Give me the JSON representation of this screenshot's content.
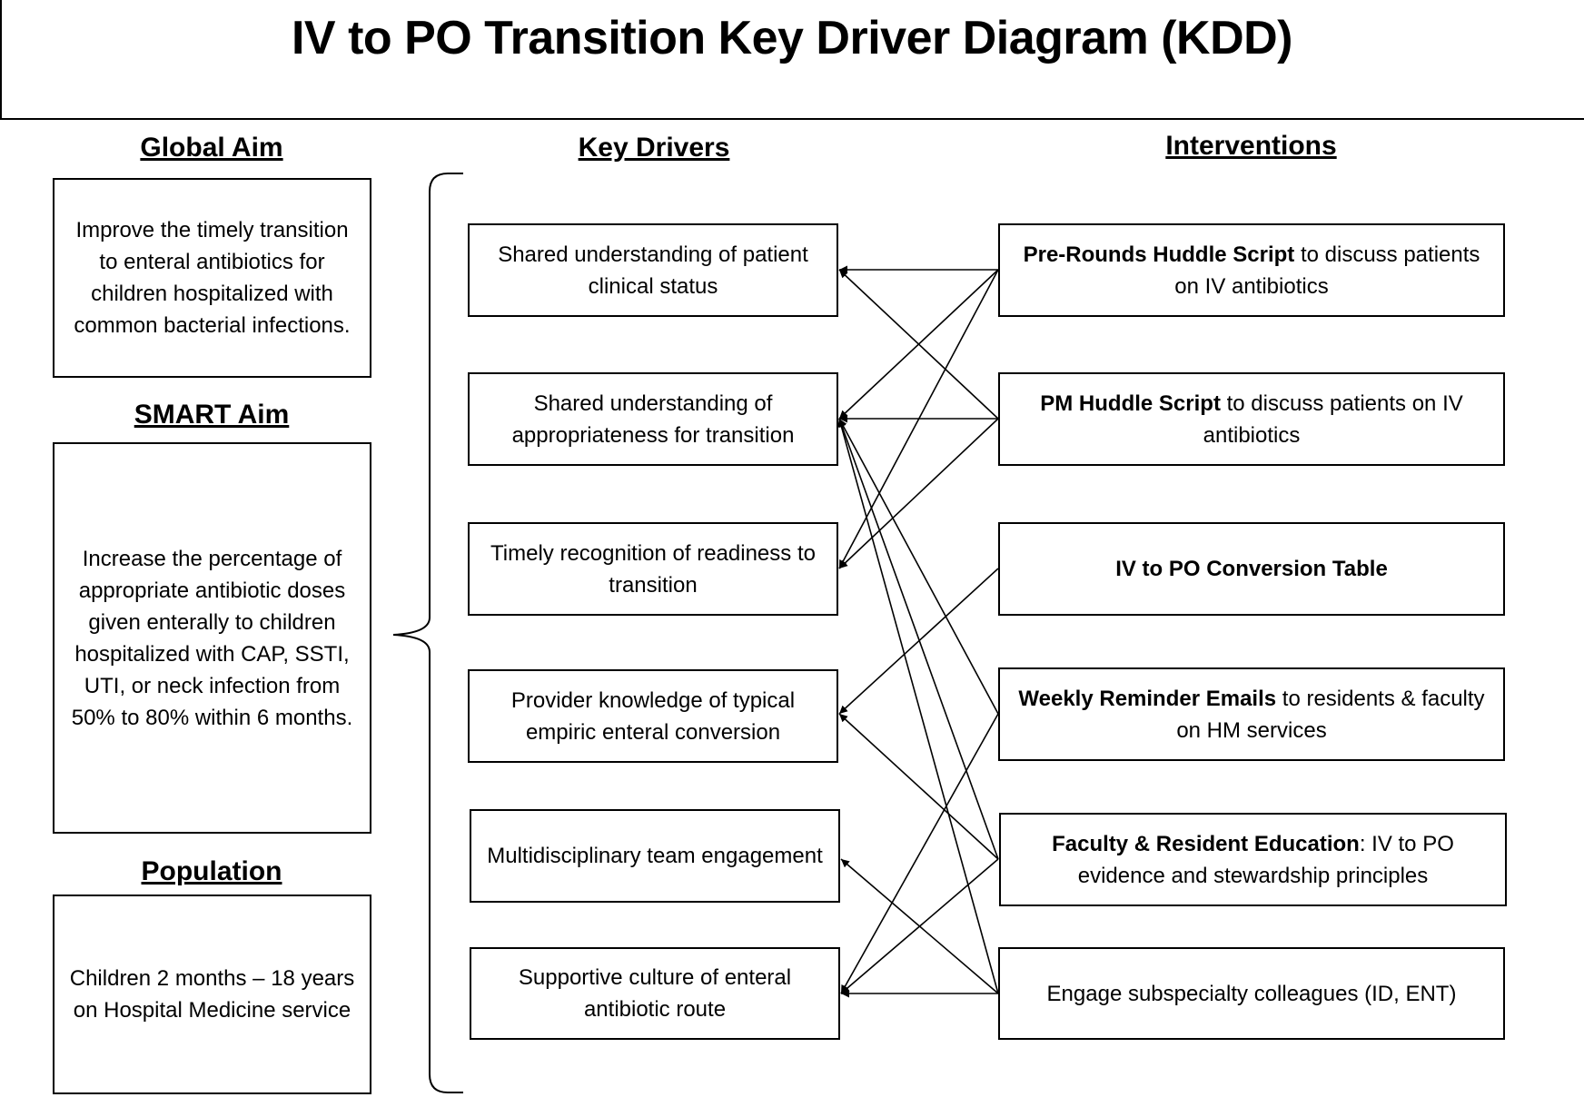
{
  "title": "IV to PO Transition Key Driver Diagram (KDD)",
  "headings": {
    "global_aim": "Global Aim",
    "key_drivers": "Key Drivers",
    "interventions": "Interventions",
    "smart_aim": "SMART Aim",
    "population": "Population"
  },
  "aims": {
    "global_aim_text": "Improve the timely transition to enteral antibiotics for children hospitalized with common bacterial infections.",
    "smart_aim_text": "Increase the percentage of appropriate antibiotic doses given enterally to children hospitalized with CAP, SSTI, UTI, or neck infection from 50% to 80% within 6 months.",
    "population_text": "Children 2 months – 18 years on Hospital Medicine service"
  },
  "key_drivers": [
    {
      "label": "Shared understanding of patient clinical status"
    },
    {
      "label": "Shared understanding of appropriateness for transition"
    },
    {
      "label": "Timely recognition of readiness to transition"
    },
    {
      "label": "Provider knowledge of typical empiric enteral conversion"
    },
    {
      "label": "Multidisciplinary team engagement"
    },
    {
      "label": "Supportive culture of enteral antibiotic route"
    }
  ],
  "interventions": [
    {
      "bold": "Pre-Rounds Huddle Script",
      "rest": " to discuss patients on IV antibiotics"
    },
    {
      "bold": "PM Huddle Script",
      "rest": " to discuss patients on IV antibiotics"
    },
    {
      "bold": "IV to PO Conversion Table",
      "rest": ""
    },
    {
      "bold": "Weekly Reminder Emails",
      "rest": " to residents & faculty on HM services"
    },
    {
      "bold": "Faculty & Resident Education",
      "rest": ": IV to PO evidence and stewardship principles"
    },
    {
      "bold": "",
      "rest": "Engage subspecialty colleagues (ID, ENT)"
    }
  ],
  "links": [
    {
      "from": 0,
      "to": 0
    },
    {
      "from": 0,
      "to": 1
    },
    {
      "from": 0,
      "to": 2
    },
    {
      "from": 1,
      "to": 0
    },
    {
      "from": 1,
      "to": 1
    },
    {
      "from": 1,
      "to": 2
    },
    {
      "from": 2,
      "to": 3
    },
    {
      "from": 3,
      "to": 1
    },
    {
      "from": 3,
      "to": 5
    },
    {
      "from": 4,
      "to": 1
    },
    {
      "from": 4,
      "to": 3
    },
    {
      "from": 4,
      "to": 5
    },
    {
      "from": 5,
      "to": 1
    },
    {
      "from": 5,
      "to": 4
    },
    {
      "from": 5,
      "to": 5
    }
  ]
}
